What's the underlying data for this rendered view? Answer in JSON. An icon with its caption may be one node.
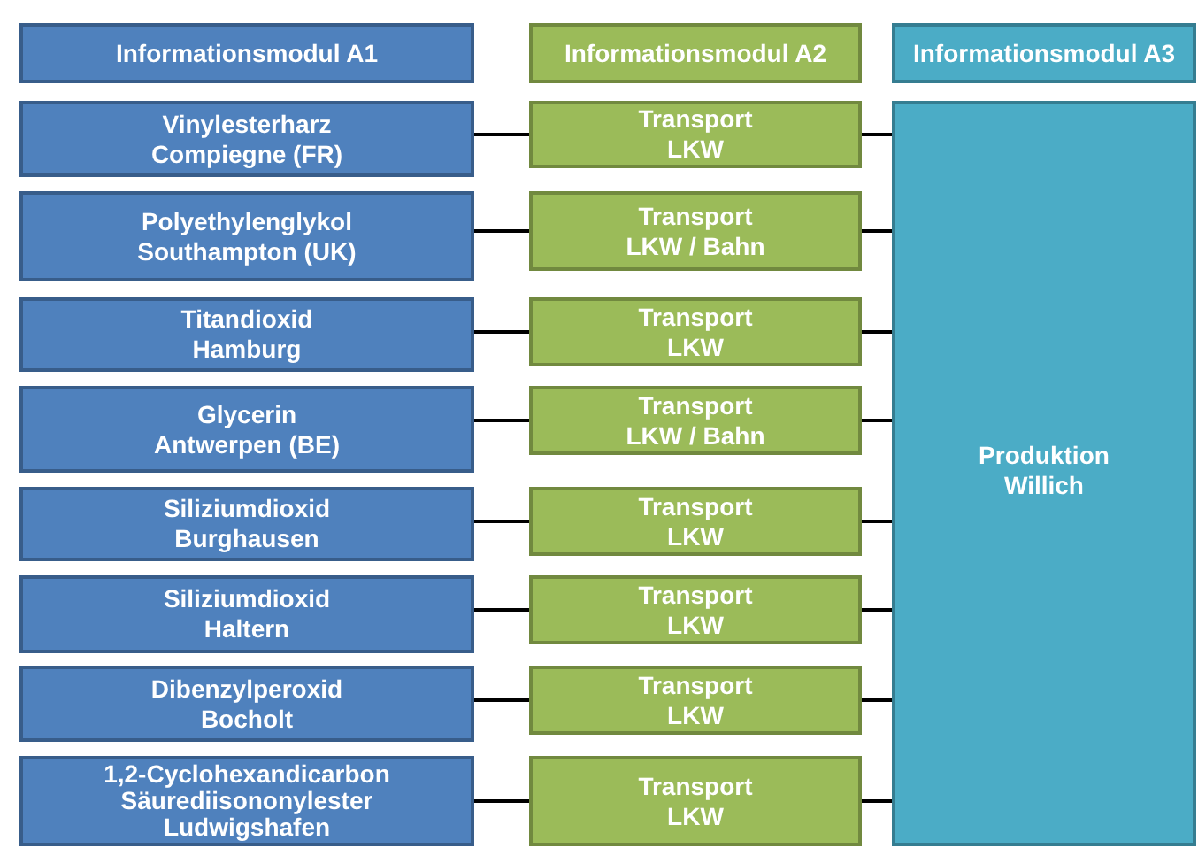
{
  "diagram": {
    "nodes": [
      {
        "text": [
          "Informationsmodul A1"
        ]
      },
      {
        "text": [
          "Informationsmodul A2"
        ]
      },
      {
        "text": [
          "Informationsmodul A3"
        ]
      },
      {
        "text": [
          "Vinylesterharz",
          "Compiegne (FR)"
        ]
      },
      {
        "text": [
          "Transport",
          "LKW"
        ]
      },
      {
        "text": [
          "Polyethylenglykol",
          "Southampton (UK)"
        ]
      },
      {
        "text": [
          "Transport",
          "LKW / Bahn"
        ]
      },
      {
        "text": [
          "Titandioxid",
          "Hamburg"
        ]
      },
      {
        "text": [
          "Transport",
          "LKW"
        ]
      },
      {
        "text": [
          "Glycerin",
          "Antwerpen (BE)"
        ]
      },
      {
        "text": [
          "Transport",
          "LKW / Bahn"
        ]
      },
      {
        "text": [
          "Siliziumdioxid",
          "Burghausen"
        ]
      },
      {
        "text": [
          "Transport",
          "LKW"
        ]
      },
      {
        "text": [
          "Siliziumdioxid",
          "Haltern"
        ]
      },
      {
        "text": [
          "Transport",
          "LKW"
        ]
      },
      {
        "text": [
          "Dibenzylperoxid",
          "Bocholt"
        ]
      },
      {
        "text": [
          "Transport",
          "LKW"
        ]
      },
      {
        "text": [
          "1,2-Cyclohexandicarbon Säurediisononylester",
          "Ludwigshafen"
        ]
      },
      {
        "text": [
          "Transport",
          "LKW"
        ]
      },
      {
        "text": [
          "Produktion",
          "Willich"
        ]
      }
    ],
    "edges": [
      {
        "from": 3,
        "to": 4,
        "arrow": "none"
      },
      {
        "from": 5,
        "to": 6,
        "arrow": "none"
      },
      {
        "from": 7,
        "to": 8,
        "arrow": "none"
      },
      {
        "from": 9,
        "to": 10,
        "arrow": "none"
      },
      {
        "from": 11,
        "to": 12,
        "arrow": "none"
      },
      {
        "from": 13,
        "to": 14,
        "arrow": "none"
      },
      {
        "from": 15,
        "to": 16,
        "arrow": "none"
      },
      {
        "from": 17,
        "to": 18,
        "arrow": "none"
      },
      {
        "from": 4,
        "to": 19,
        "arrow": "none"
      },
      {
        "from": 6,
        "to": 19,
        "arrow": "none"
      },
      {
        "from": 8,
        "to": 19,
        "arrow": "none"
      },
      {
        "from": 10,
        "to": 19,
        "arrow": "none"
      },
      {
        "from": 12,
        "to": 19,
        "arrow": "none"
      },
      {
        "from": 14,
        "to": 19,
        "arrow": "none"
      },
      {
        "from": 16,
        "to": 19,
        "arrow": "none"
      },
      {
        "from": 18,
        "to": 19,
        "arrow": "none"
      }
    ]
  }
}
